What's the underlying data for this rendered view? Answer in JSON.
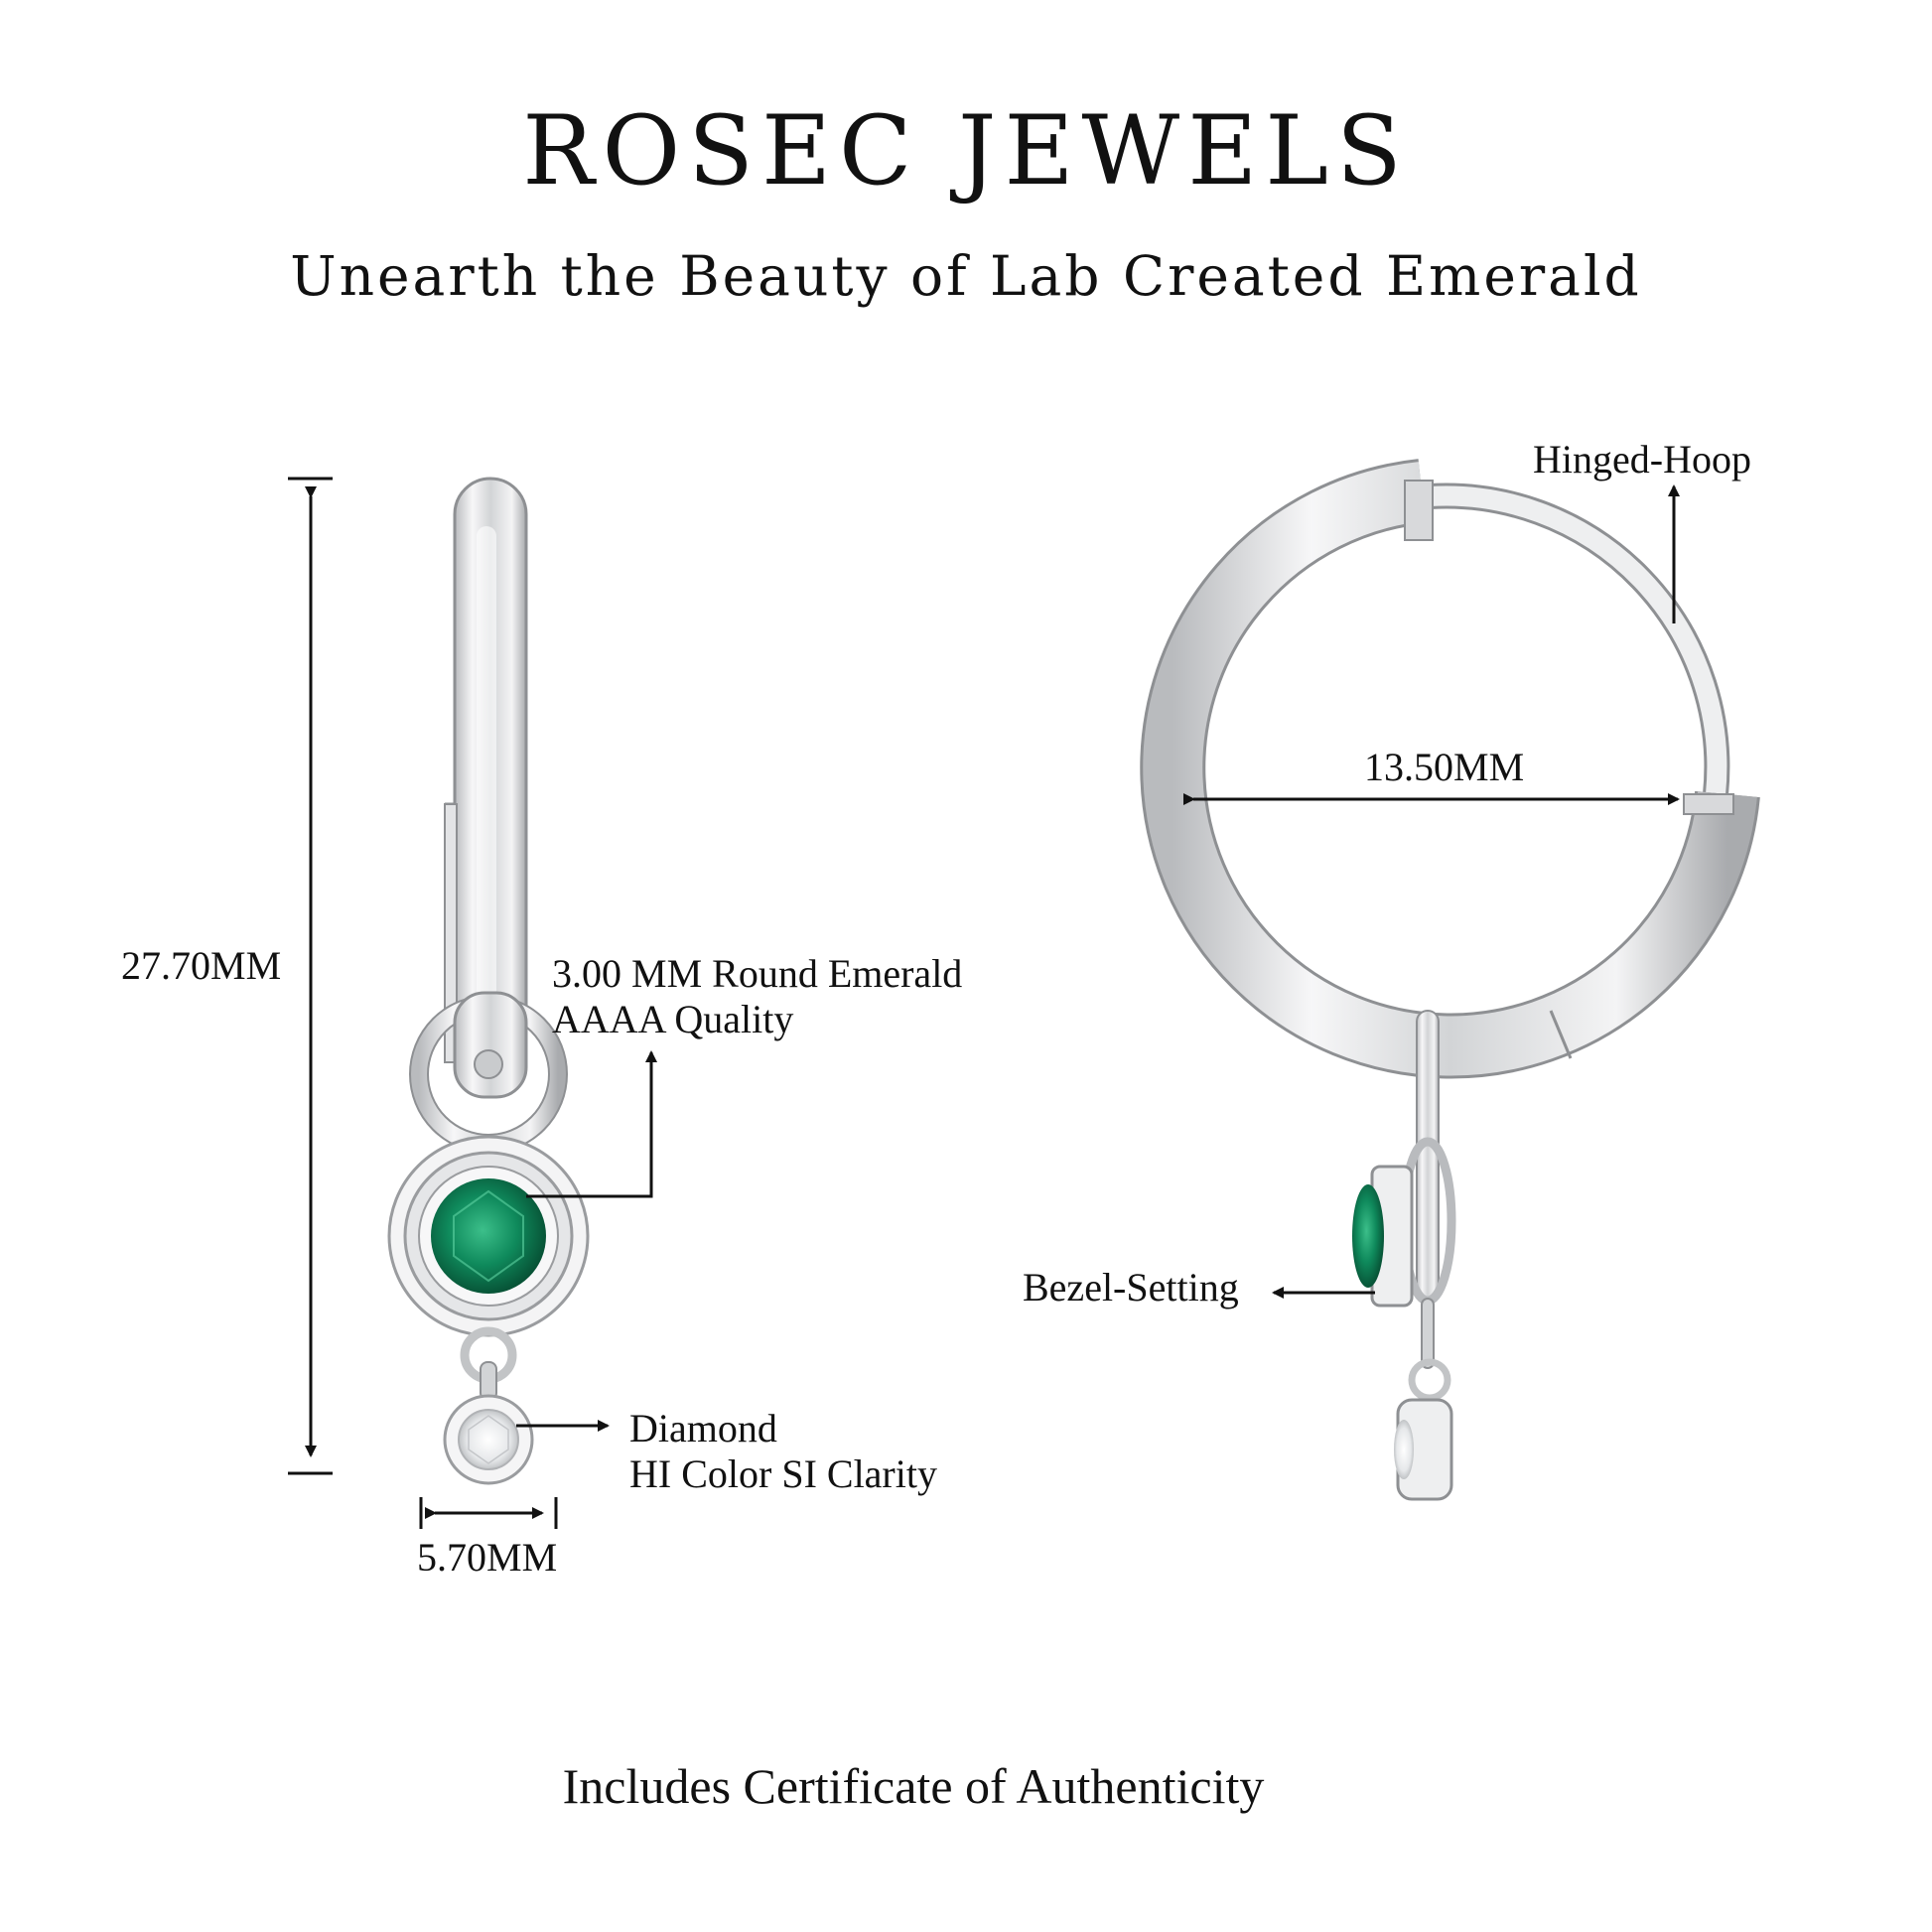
{
  "header": {
    "brand": "ROSEC JEWELS",
    "tagline": "Unearth the Beauty of Lab Created Emerald"
  },
  "front_view": {
    "height_label": "27.70MM",
    "width_label": "5.70MM",
    "emerald_label_line1": "3.00 MM Round Emerald",
    "emerald_label_line2": "AAAA Quality",
    "diamond_label_line1": "Diamond",
    "diamond_label_line2": "HI Color SI Clarity"
  },
  "side_view": {
    "diameter_label": "13.50MM",
    "hinge_label": "Hinged-Hoop",
    "setting_label": "Bezel-Setting"
  },
  "footer": {
    "certificate": "Includes Certificate of Authenticity"
  },
  "colors": {
    "emerald": "#0f8a5c",
    "metal": "#d9dadc"
  }
}
